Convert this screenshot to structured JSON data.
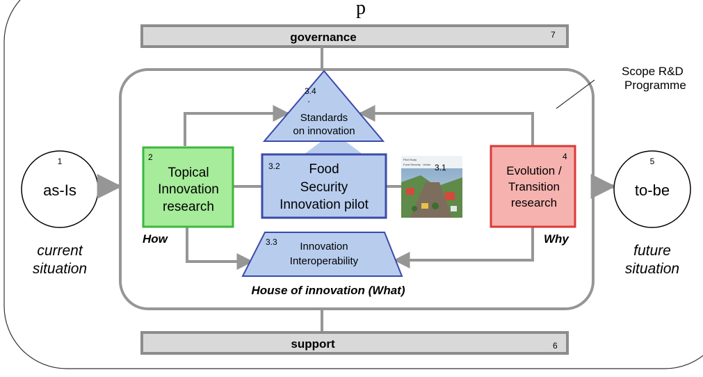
{
  "top_title_fragment": "p",
  "governance": {
    "label": "governance",
    "number": "7"
  },
  "support": {
    "label": "support",
    "number": "6"
  },
  "scope": {
    "line1": "Scope R&D",
    "line2": "Programme"
  },
  "as_is": {
    "number": "1",
    "label": "as-Is",
    "caption_line1": "current",
    "caption_line2": "situation"
  },
  "to_be": {
    "number": "5",
    "label": "to-be",
    "caption_line1": "future",
    "caption_line2": "situation"
  },
  "topical": {
    "number": "2",
    "line1": "Topical",
    "line2": "Innovation",
    "line3": "research",
    "caption": "How"
  },
  "evolution": {
    "number": "4",
    "line1": "Evolution /",
    "line2": "Transition",
    "line3": "research",
    "caption": "Why"
  },
  "standards": {
    "number": "3.4",
    "dot": "·",
    "line1": "Standards",
    "line2": "on innovation"
  },
  "food": {
    "number": "3.2",
    "line1": "Food",
    "line2": "Security",
    "line3": "Innovation pilot"
  },
  "pilot_image": {
    "number": "3.1",
    "tiny_line1": "Pilot Study",
    "tiny_line2": "Food Security · Urban"
  },
  "interop": {
    "number": "3.3",
    "line1": "Innovation",
    "line2": "Interoperability"
  },
  "house_caption": "House of innovation (What)",
  "colors": {
    "gray_bar": "#d9d9d9",
    "gray_line": "#969696",
    "green_fill": "#a6ec9a",
    "green_border": "#3fb63f",
    "red_fill": "#f5b2ae",
    "red_border": "#d93a3a",
    "blue_fill": "#b8cdee",
    "blue_border": "#3b4aa8"
  }
}
